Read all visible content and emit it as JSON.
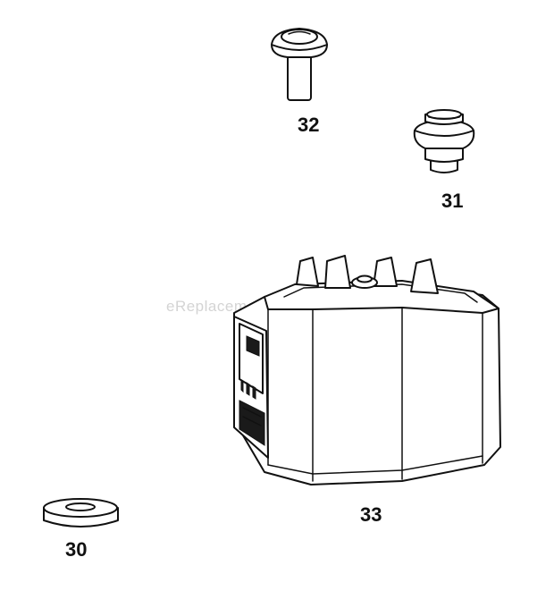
{
  "watermark": "eReplacementParts.com",
  "parts": [
    {
      "id": "32",
      "label": "32"
    },
    {
      "id": "31",
      "label": "31"
    },
    {
      "id": "33",
      "label": "33"
    },
    {
      "id": "30",
      "label": "30"
    }
  ],
  "colors": {
    "line": "#111111",
    "background": "#ffffff",
    "watermark": "#d4d4d4"
  }
}
